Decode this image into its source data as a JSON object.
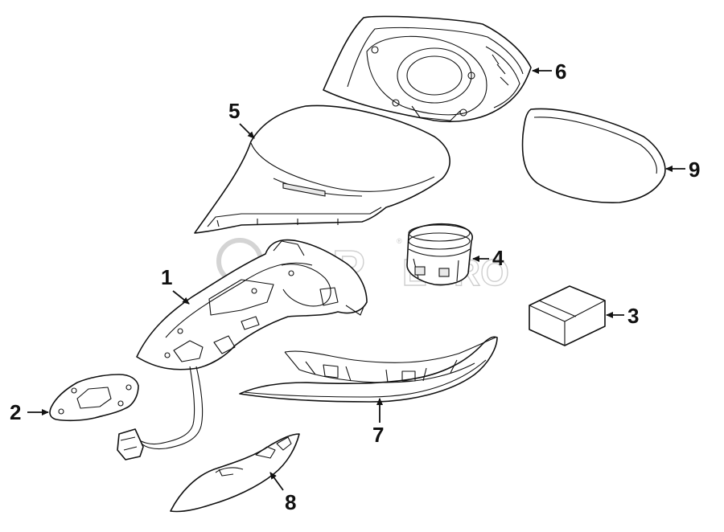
{
  "diagram": {
    "title": "Exploded view - exterior side mirror assembly",
    "watermark": {
      "logo_text": "FCP",
      "sub_text": "EURO",
      "registered": "®"
    },
    "callouts": [
      {
        "id": "1",
        "label": "1",
        "part": "mirror housing base / frame"
      },
      {
        "id": "2",
        "label": "2",
        "part": "gasket plate"
      },
      {
        "id": "3",
        "label": "3",
        "part": "control module"
      },
      {
        "id": "4",
        "label": "4",
        "part": "adjustment motor"
      },
      {
        "id": "5",
        "label": "5",
        "part": "mirror cover / cap"
      },
      {
        "id": "6",
        "label": "6",
        "part": "mirror housing frame"
      },
      {
        "id": "7",
        "label": "7",
        "part": "lower trim / turn signal lens"
      },
      {
        "id": "8",
        "label": "8",
        "part": "lower trim cover"
      },
      {
        "id": "9",
        "label": "9",
        "part": "mirror glass"
      }
    ]
  }
}
